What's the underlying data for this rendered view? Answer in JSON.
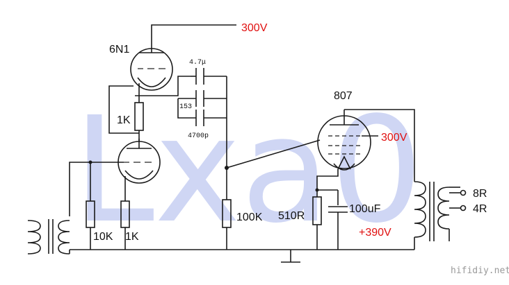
{
  "watermark": "Lxa0",
  "site": "hifidiy.net",
  "labels": {
    "tube1": "6N1",
    "tube2": "807",
    "r_1k_top": "1K",
    "r_10k": "10K",
    "r_1k_bottom": "1K",
    "r_100k": "100K",
    "r_510r": "510R",
    "c_100uf": "100uF",
    "c_4_7u": "4.7μ",
    "c_153": "153",
    "c_4700p": "4700p",
    "out_8r": "8R",
    "out_4r": "4R"
  },
  "voltages": {
    "v_top": "300V",
    "v_screen": "300V",
    "v_b_plus": "+390V"
  },
  "colors": {
    "voltage": "#e01010",
    "watermark": "#a9b6ec"
  }
}
